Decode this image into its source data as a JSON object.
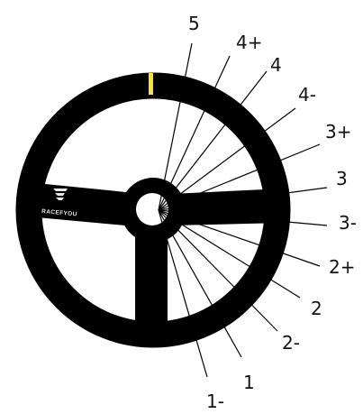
{
  "diagram": {
    "brand_text": "RACEFYOU",
    "labels": [
      "5",
      "4+",
      "4",
      "4-",
      "3+",
      "3",
      "3-",
      "2+",
      "2",
      "2-",
      "1",
      "1-"
    ]
  },
  "colors": {
    "wheel": "#000000",
    "marker": "#f3e33a",
    "line": "#000000",
    "background": "#ffffff",
    "brand_text": "#e8e8e8"
  }
}
